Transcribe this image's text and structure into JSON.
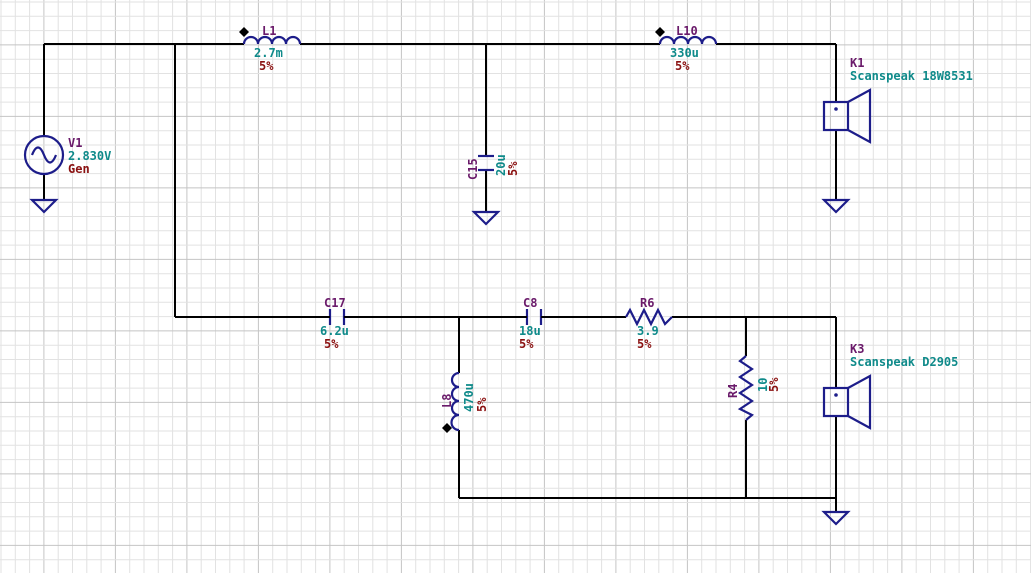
{
  "colors": {
    "grid_minor": "#e2e2e2",
    "grid_major": "#c4c4c4",
    "wire": "#000000",
    "component": "#1d1d8a",
    "name_label": "#6a1a6a",
    "value_label": "#0f8a8a",
    "tolerance_label": "#8a1010"
  },
  "components": {
    "L1": {
      "name": "L1",
      "value": "2.7m",
      "tolerance": "5%"
    },
    "L10": {
      "name": "L10",
      "value": "330u",
      "tolerance": "5%"
    },
    "V1": {
      "name": "V1",
      "value": "2.830V",
      "model": "Gen"
    },
    "C15": {
      "name": "C15",
      "value": "20u",
      "tolerance": "5%"
    },
    "K1": {
      "name": "K1",
      "model": "Scanspeak 18W8531"
    },
    "C17": {
      "name": "C17",
      "value": "6.2u",
      "tolerance": "5%"
    },
    "C8": {
      "name": "C8",
      "value": "18u",
      "tolerance": "5%"
    },
    "R6": {
      "name": "R6",
      "value": "3.9",
      "tolerance": "5%"
    },
    "K3": {
      "name": "K3",
      "model": "Scanspeak D2905"
    },
    "L8": {
      "name": "L8",
      "value": "470u",
      "tolerance": "5%"
    },
    "R4": {
      "name": "R4",
      "value": "10",
      "tolerance": "5%"
    }
  }
}
